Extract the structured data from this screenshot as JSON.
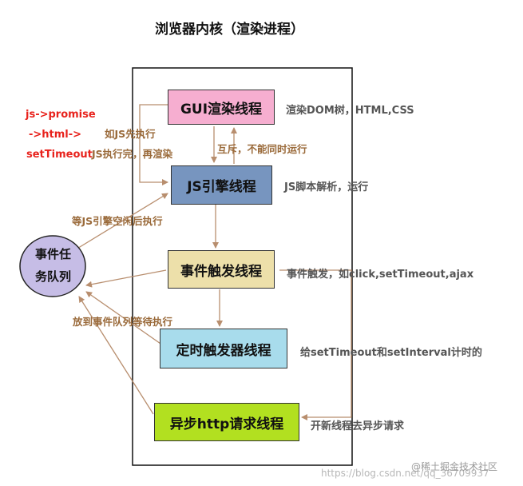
{
  "title": "浏览器内核（渲染进程）",
  "boxes": {
    "gui": "GUI渲染线程",
    "js": "JS引擎线程",
    "event": "事件触发线程",
    "timer": "定时触发器线程",
    "http": "异步http请求线程"
  },
  "descriptions": {
    "gui": "渲染DOM树，HTML,CSS",
    "js": "JS脚本解析，运行",
    "event": "事件触发，如click,setTimeout,ajax",
    "timer": "给setTimeout和setInterval计时的",
    "http": "开新线程去异步请求"
  },
  "queue": {
    "line1": "事件任",
    "line2": "务队列"
  },
  "labels": {
    "mutex": "互斥，不能同时运行",
    "if_js_first": "如JS先执行",
    "js_done": "JS执行完，再渲染",
    "wait_idle": "等JS引擎空闲后执行",
    "put_queue": "放到事件队列等待执行"
  },
  "red_note": {
    "line1": "js->promise",
    "line2": "->html->",
    "line3": "setTimeout"
  },
  "watermark": {
    "csdn": "https://blog.csdn.net/qq_36709937",
    "juejin": "@稀土掘金技术社区"
  },
  "colors": {
    "gui": "#f6aed0",
    "js": "#7795bf",
    "event": "#ede0aa",
    "timer": "#a8dcec",
    "http": "#b2e020",
    "queue": "#c6bde6",
    "arrow": "#b88e6e",
    "red": "#e8221c"
  }
}
